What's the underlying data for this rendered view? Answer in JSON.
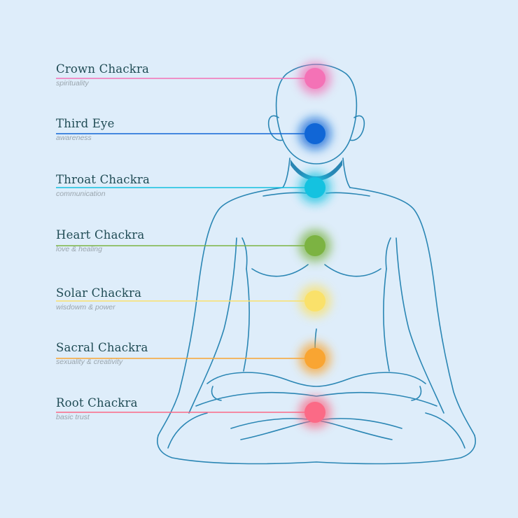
{
  "chakras": [
    {
      "name": "Crown Chackra",
      "desc": "spirituality",
      "color": "#f472b6"
    },
    {
      "name": "Third Eye",
      "desc": "awareness",
      "color": "#1166d6"
    },
    {
      "name": "Throat Chackra",
      "desc": "communication",
      "color": "#14c2e0"
    },
    {
      "name": "Heart Chackra",
      "desc": "love & healing",
      "color": "#7cb342"
    },
    {
      "name": "Solar Chackra",
      "desc": "wisdowm & power",
      "color": "#fae16a"
    },
    {
      "name": "Sacral Chackra",
      "desc": "sexuality & creativity",
      "color": "#f9a532"
    },
    {
      "name": "Root Chackra",
      "desc": "basic trust",
      "color": "#fb6a86"
    }
  ],
  "colors": {
    "background": "#deedfa",
    "outline": "#2a86b4",
    "text": "#1f4b54",
    "subtext": "#9aa5ad"
  }
}
